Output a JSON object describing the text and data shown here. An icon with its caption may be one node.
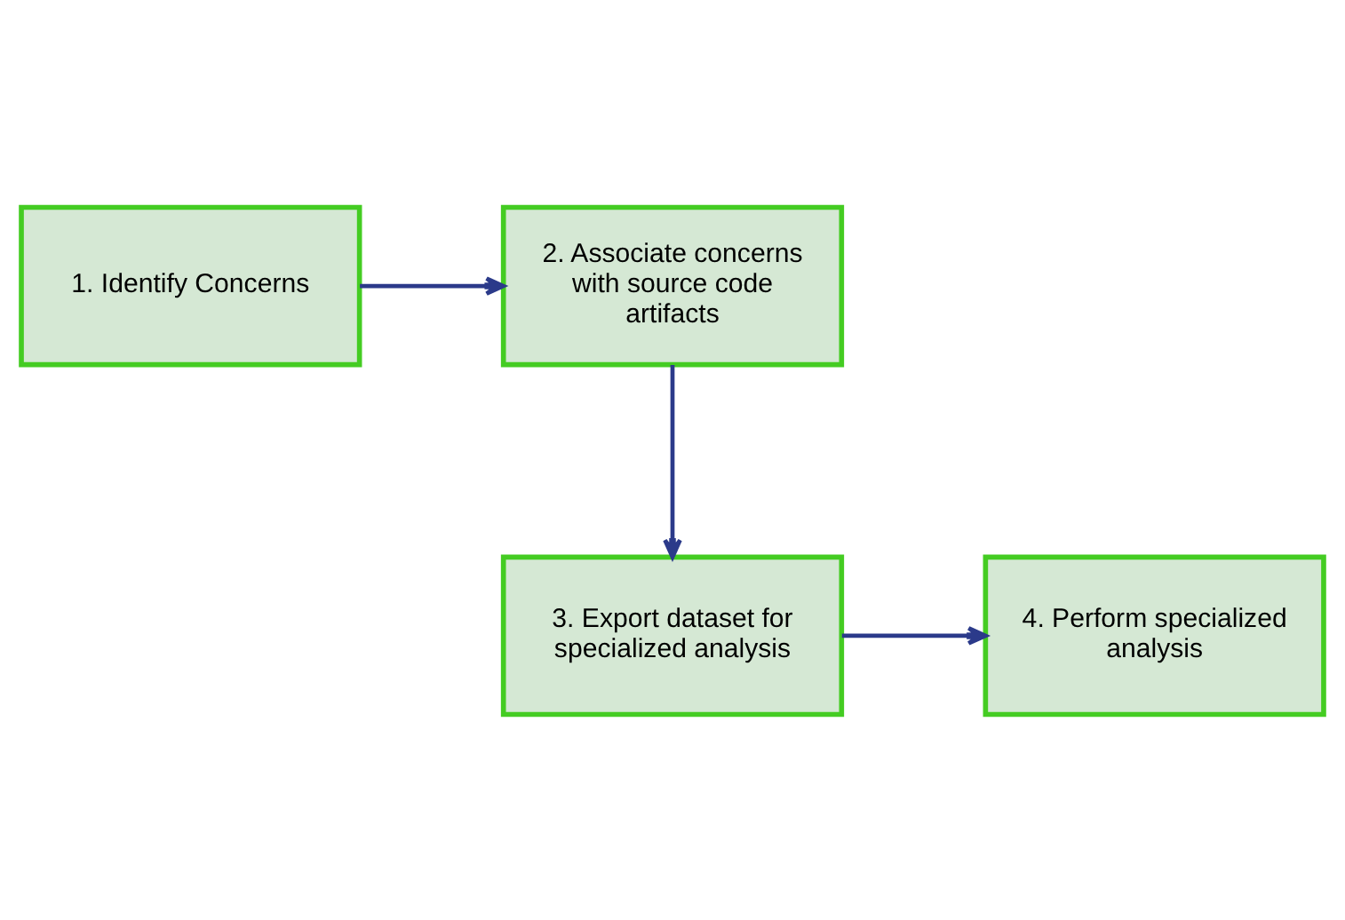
{
  "diagram": {
    "nodes": [
      {
        "text": [
          "1. Identify Concerns"
        ]
      },
      {
        "text": [
          "2. Associate concerns with source code artifacts"
        ]
      },
      {
        "text": [
          "3. Export dataset for specialized analysis"
        ]
      },
      {
        "text": [
          "4. Perform specialized analysis"
        ]
      }
    ],
    "edges": [
      {
        "from": 0,
        "to": 1,
        "arrow": "to"
      },
      {
        "from": 1,
        "to": 2,
        "arrow": "to"
      },
      {
        "from": 2,
        "to": 3,
        "arrow": "to"
      }
    ]
  }
}
